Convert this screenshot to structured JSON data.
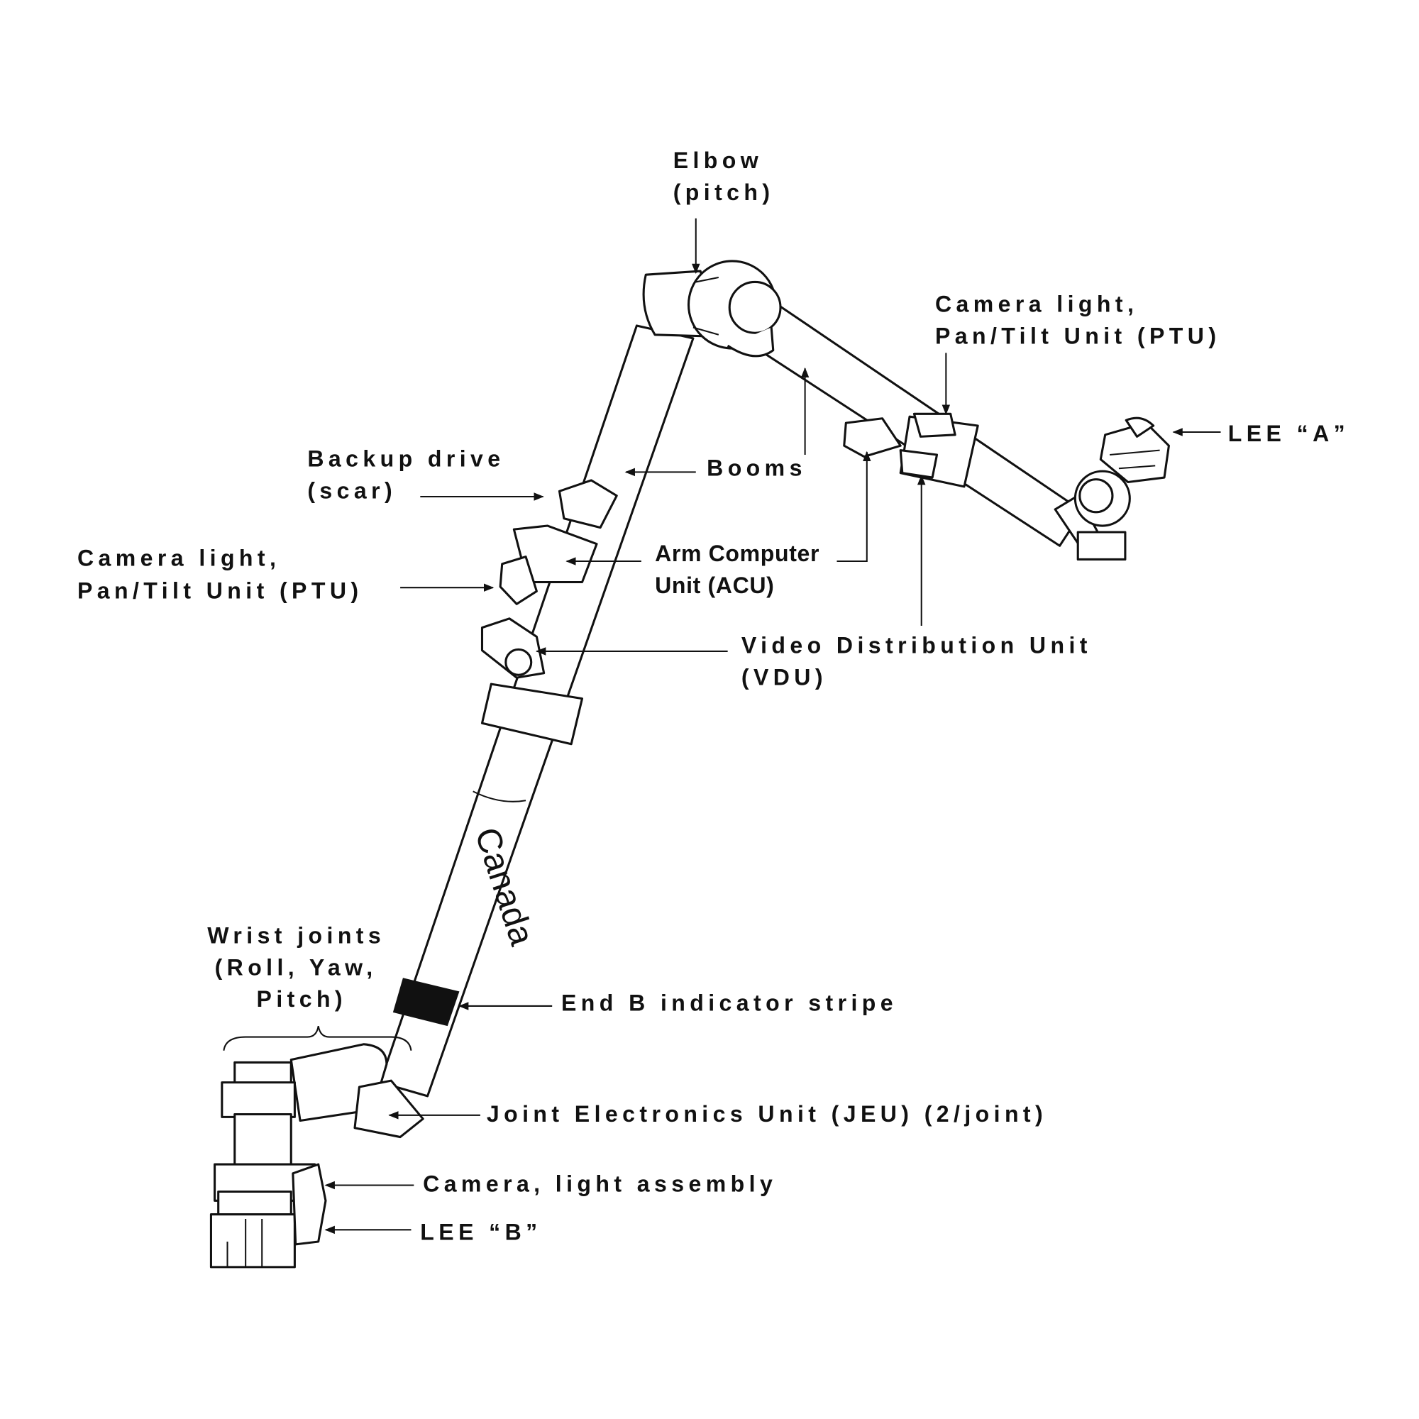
{
  "diagram": {
    "boom_text": "Canada",
    "labels": {
      "elbow": [
        "Elbow",
        "(pitch)"
      ],
      "ptu_right": [
        "Camera light,",
        "Pan/Tilt Unit (PTU)"
      ],
      "lee_a": "LEE “A”",
      "backup_drive": [
        "Backup drive",
        "(scar)"
      ],
      "booms": "Booms",
      "ptu_left": [
        "Camera light,",
        "Pan/Tilt Unit (PTU)"
      ],
      "acu": [
        "Arm Computer",
        "Unit (ACU)"
      ],
      "vdu": [
        "Video Distribution Unit",
        "(VDU)"
      ],
      "wrist": [
        "Wrist joints",
        "(Roll, Yaw,",
        "Pitch)"
      ],
      "end_b_stripe": "End B indicator stripe",
      "jeu": "Joint Electronics Unit (JEU) (2/joint)",
      "camera_light_assembly": "Camera, light assembly",
      "lee_b": "LEE “B”"
    }
  }
}
